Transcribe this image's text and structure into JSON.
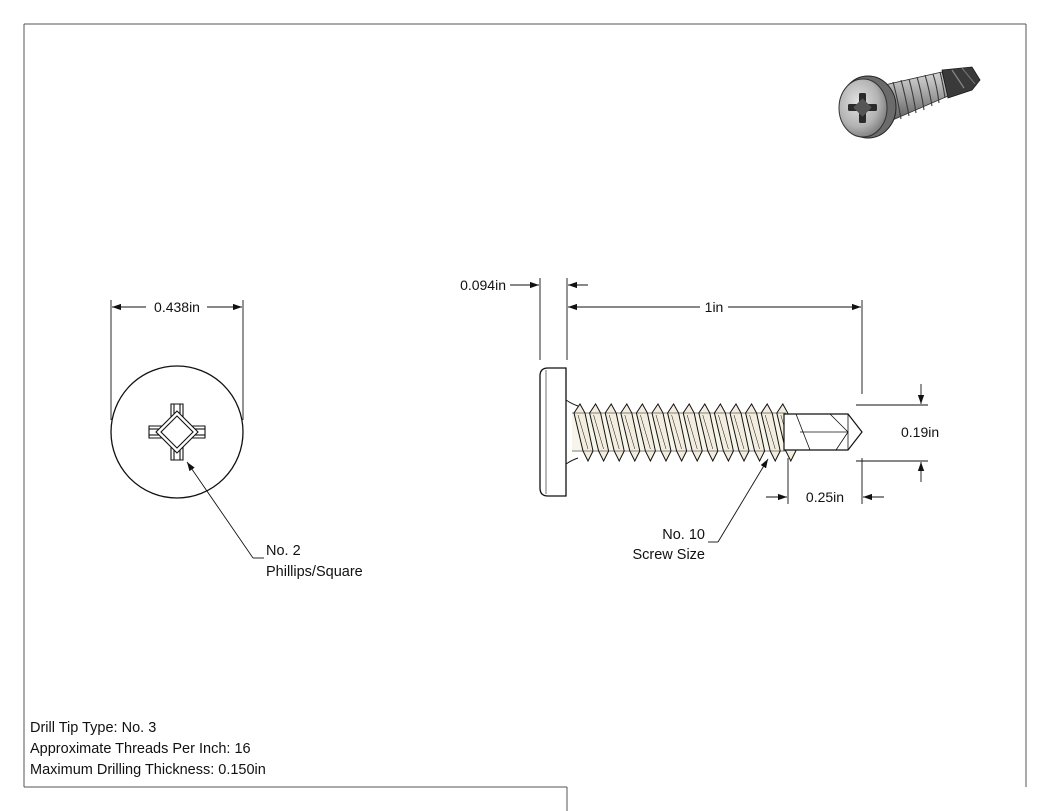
{
  "dimensions": {
    "head_diameter": "0.438in",
    "head_height": "0.094in",
    "length": "1in",
    "shank_diameter": "0.19in",
    "drill_point_length": "0.25in"
  },
  "callouts": {
    "drive_line1": "No. 2",
    "drive_line2": "Phillips/Square",
    "size_line1": "No. 10",
    "size_line2": "Screw Size"
  },
  "specs": [
    "Drill Tip Type: No. 3",
    "Approximate Threads Per Inch: 16",
    "Maximum Drilling Thickness: 0.150in"
  ],
  "colors": {
    "line": "#111111",
    "thread_fill": "#f2eddf",
    "render_dark": "#2a2a2a",
    "render_mid": "#8a8a8a",
    "render_light": "#d0d0d0"
  }
}
